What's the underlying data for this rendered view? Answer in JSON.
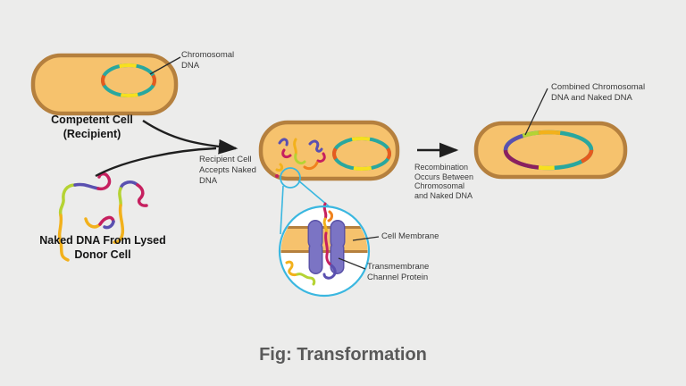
{
  "caption": "Fig: Transformation",
  "colors": {
    "background": "#ececeb",
    "cell_fill": "#f6c26d",
    "cell_border": "#b5803e",
    "magnifier_stroke": "#3ab7e0",
    "protein_fill": "#7b74c4",
    "protein_border": "#5a52a8",
    "arrow": "#1f1f1f",
    "label_text": "#383838",
    "caption_text": "#595959",
    "dna_teal": "#29a79e",
    "dna_yellow": "#f7e01e",
    "dna_red_orange": "#e65a1e",
    "dna_gold": "#f2b11c",
    "dna_green": "#b5d333",
    "dna_purple": "#5a50b0",
    "dna_crimson": "#c6205f",
    "dna_dark_magenta": "#8c1f5f",
    "dna_orange": "#f0821e"
  },
  "stage1": {
    "plasmid_label": [
      "Chromosomal",
      "DNA"
    ],
    "cell_label": [
      "Competent Cell",
      "(Recipient)"
    ],
    "naked_dna_label": [
      "Naked DNA From Lysed",
      "Donor Cell"
    ]
  },
  "stage2": {
    "arrow_label": [
      "Recipient Cell",
      "Accepts Naked",
      "DNA"
    ],
    "membrane_label": "Cell Membrane",
    "channel_label": [
      "Transmembrane",
      "Channel Protein"
    ]
  },
  "stage3": {
    "arrow_label": [
      "Recombination",
      "Occurs Between",
      "Chromosomal",
      "and Naked DNA"
    ],
    "plasmid_label": [
      "Combined Chromosomal",
      "DNA and Naked DNA"
    ]
  }
}
